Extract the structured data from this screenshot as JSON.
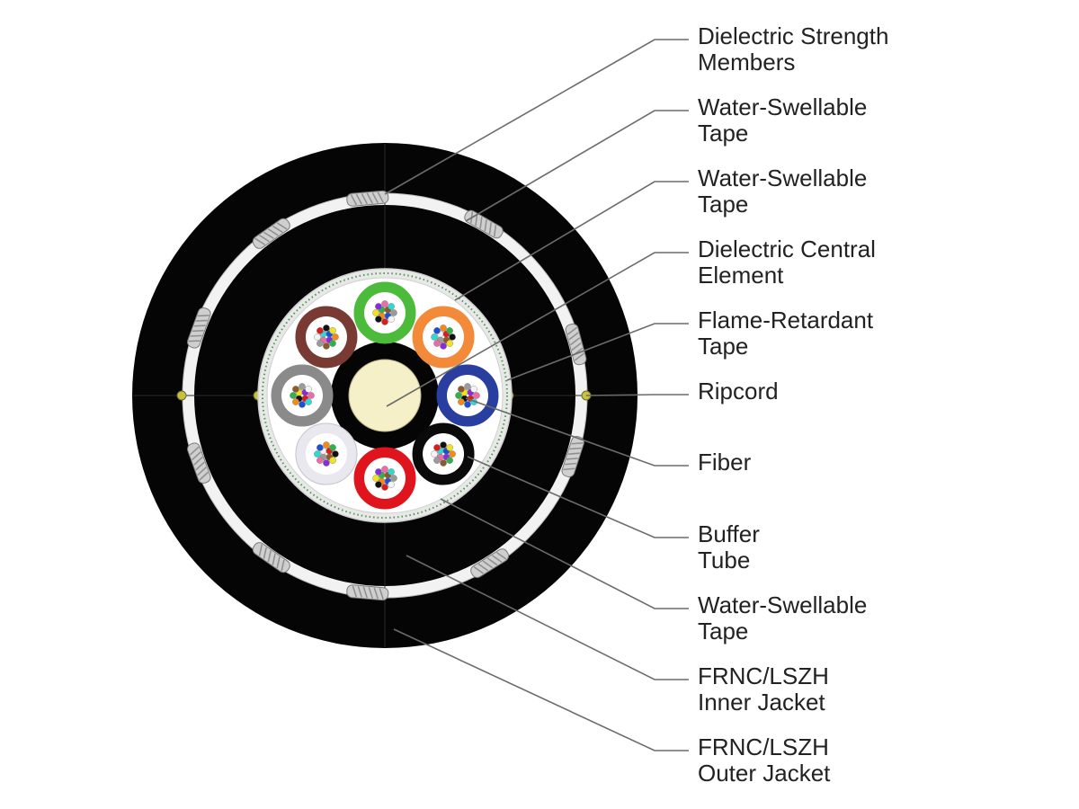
{
  "colors": {
    "jacket": "#050505",
    "tape": "#f2f2f2",
    "leader_line": "#6b6b6b",
    "label_text": "#222222",
    "central_element": "#f6f0c8",
    "ripcord": "#c8c040"
  },
  "buffer_tube_colors": [
    "#4cbb3c",
    "#f28a3a",
    "#2a3ea0",
    "#0a0a0a",
    "#e0141c",
    "#e8e8ee",
    "#8a8a8a",
    "#7a3a34"
  ],
  "fiber_colors": [
    "#1b4fd8",
    "#f28a1a",
    "#2fb24a",
    "#8a5a2b",
    "#9a9a9a",
    "#f4f4f4",
    "#e01a1a",
    "#111111",
    "#f2e21a",
    "#8a2bd8",
    "#f06aa8",
    "#2fd8d0"
  ],
  "labels": [
    {
      "line1": "Dielectric Strength",
      "line2": "Members"
    },
    {
      "line1": "Water-Swellable",
      "line2": "Tape"
    },
    {
      "line1": "Water-Swellable",
      "line2": "Tape"
    },
    {
      "line1": "Dielectric Central",
      "line2": "Element"
    },
    {
      "line1": "Flame-Retardant",
      "line2": "Tape"
    },
    {
      "line1": "Ripcord",
      "line2": ""
    },
    {
      "line1": "Fiber",
      "line2": ""
    },
    {
      "line1": "Buffer",
      "line2": "Tube"
    },
    {
      "line1": "Water-Swellable",
      "line2": "Tape"
    },
    {
      "line1": "FRNC/LSZH",
      "line2": "Inner Jacket"
    },
    {
      "line1": "FRNC/LSZH",
      "line2": "Outer Jacket"
    }
  ]
}
